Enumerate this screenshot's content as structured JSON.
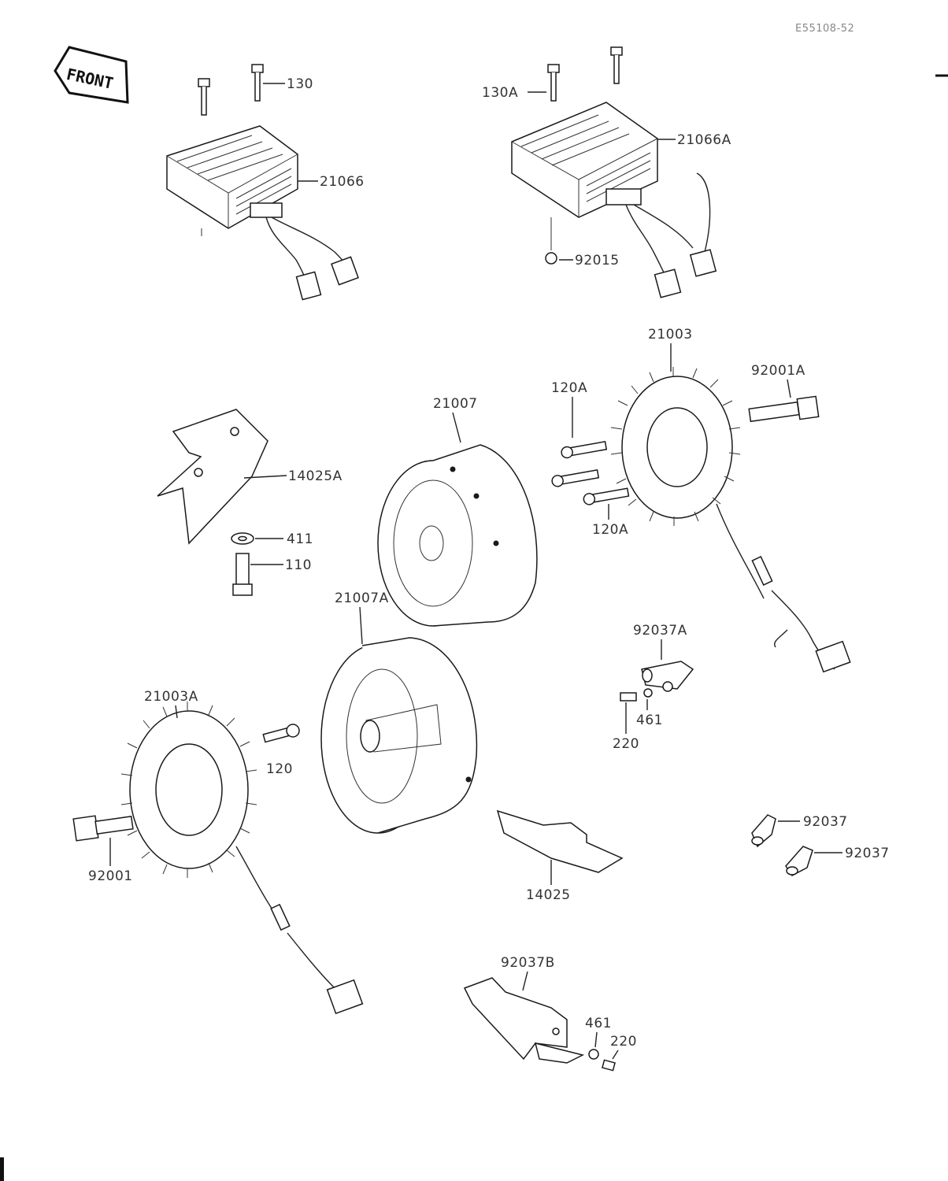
{
  "doc_code": "E55108-52",
  "front_label": "FRONT",
  "parts": {
    "p130": "130",
    "p130A": "130A",
    "p21066": "21066",
    "p21066A": "21066A",
    "p92015": "92015",
    "p21003": "21003",
    "p92001A": "92001A",
    "p21007": "21007",
    "p120A_top": "120A",
    "p120A_bot": "120A",
    "p14025A": "14025A",
    "p411": "411",
    "p110": "110",
    "p21007A": "21007A",
    "p92037A": "92037A",
    "p461_a": "461",
    "p220_a": "220",
    "p21003A": "21003A",
    "p120": "120",
    "p92001": "92001",
    "p14025": "14025",
    "p92037_a": "92037",
    "p92037_b": "92037",
    "p92037B": "92037B",
    "p461_b": "461",
    "p220_b": "220"
  }
}
